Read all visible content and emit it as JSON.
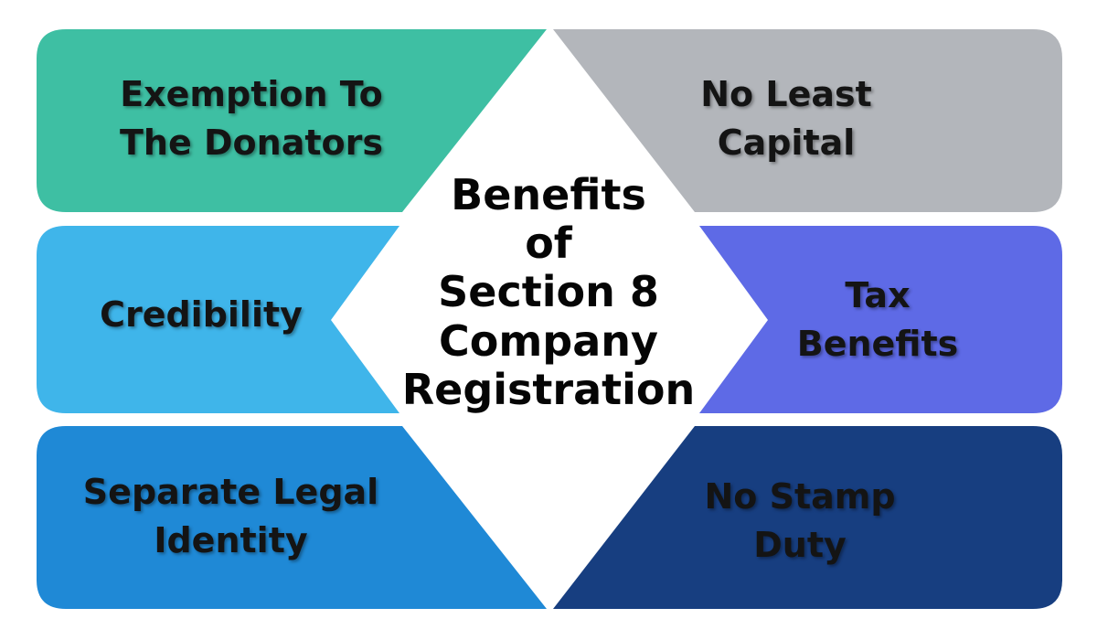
{
  "title": {
    "lines": [
      "Benefits",
      "of",
      "Section 8",
      "Company",
      "Registration"
    ]
  },
  "benefits": [
    {
      "id": "exemption",
      "lines": [
        "Exemption To",
        "The Donators"
      ],
      "color": "#3EBFA3"
    },
    {
      "id": "capital",
      "lines": [
        "No Least",
        "Capital"
      ],
      "color": "#B3B6BB"
    },
    {
      "id": "credibility",
      "lines": [
        "Credibility"
      ],
      "color": "#3FB5EA"
    },
    {
      "id": "tax",
      "lines": [
        "Tax",
        "Benefits"
      ],
      "color": "#5E6AE6"
    },
    {
      "id": "identity",
      "lines": [
        "Separate Legal",
        "Identity"
      ],
      "color": "#1F89D6"
    },
    {
      "id": "stamp",
      "lines": [
        "No Stamp",
        "Duty"
      ],
      "color": "#173E80"
    }
  ]
}
